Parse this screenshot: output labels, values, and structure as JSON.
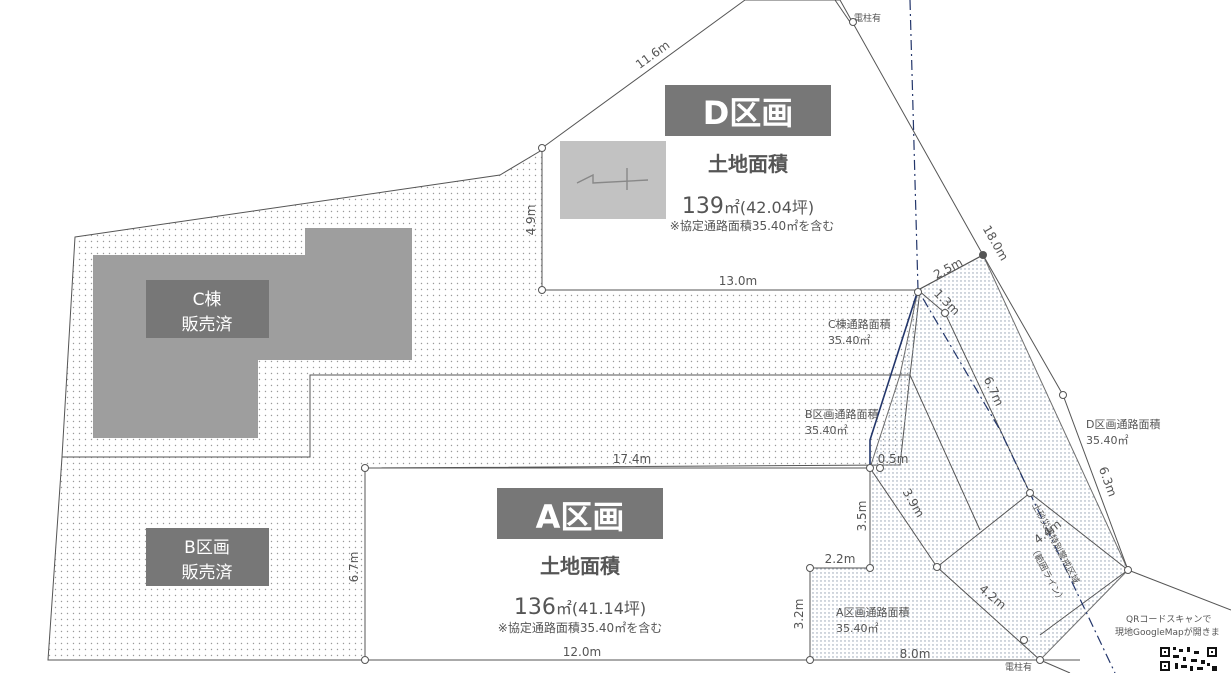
{
  "lot_d": {
    "title": "D区画",
    "area_label": "土地面積",
    "area_value": "139",
    "area_unit": "㎡(42.04坪)",
    "note": "※協定通路面積35.40㎡を含む"
  },
  "lot_a": {
    "title": "A区画",
    "area_label": "土地面積",
    "area_value": "136",
    "area_unit": "㎡(41.14坪)",
    "note": "※協定通路面積35.40㎡を含む"
  },
  "lot_c": {
    "line1": "C棟",
    "line2": "販売済"
  },
  "lot_b": {
    "line1": "B区画",
    "line2": "販売済"
  },
  "passages": {
    "c": {
      "label": "C棟通路面積",
      "value": "35.40㎡"
    },
    "b": {
      "label": "B区画通路面積",
      "value": "35.40㎡"
    },
    "d": {
      "label": "D区画通路面積",
      "value": "35.40㎡"
    },
    "a": {
      "label": "A区画通路面積",
      "value": "35.40㎡"
    }
  },
  "dimensions": {
    "d_top": "11.6m",
    "d_left": "4.9m",
    "d_bottom": "13.0m",
    "d_right": "18.0m",
    "p_2_5": "2.5m",
    "p_1_3": "1.3m",
    "p_6_7": "6.7m",
    "p_6_3": "6.3m",
    "a_top": "17.4m",
    "a_left": "6.7m",
    "a_bottom": "12.0m",
    "a_3_5": "3.5m",
    "a_0_5": "0.5m",
    "a_2_2": "2.2m",
    "a_3_2": "3.2m",
    "a_8_0": "8.0m",
    "p_3_9": "3.9m",
    "p_4_4": "4.4m",
    "p_4_2": "4.2m"
  },
  "utility_pole_top": "電柱有",
  "utility_pole_bottom": "電柱有",
  "hazard_zone": "土砂災害特別警戒区域",
  "hazard_zone_sub": "（範囲ライン）",
  "qr": {
    "line1": "QRコードスキャンで",
    "line2": "現地GoogleMapが開きま"
  },
  "colors": {
    "line": "#555555",
    "badge": "#777777",
    "sold_block": "#9e9e9e",
    "photo_placeholder": "#c2c2c2",
    "boundary": "#23366b"
  }
}
